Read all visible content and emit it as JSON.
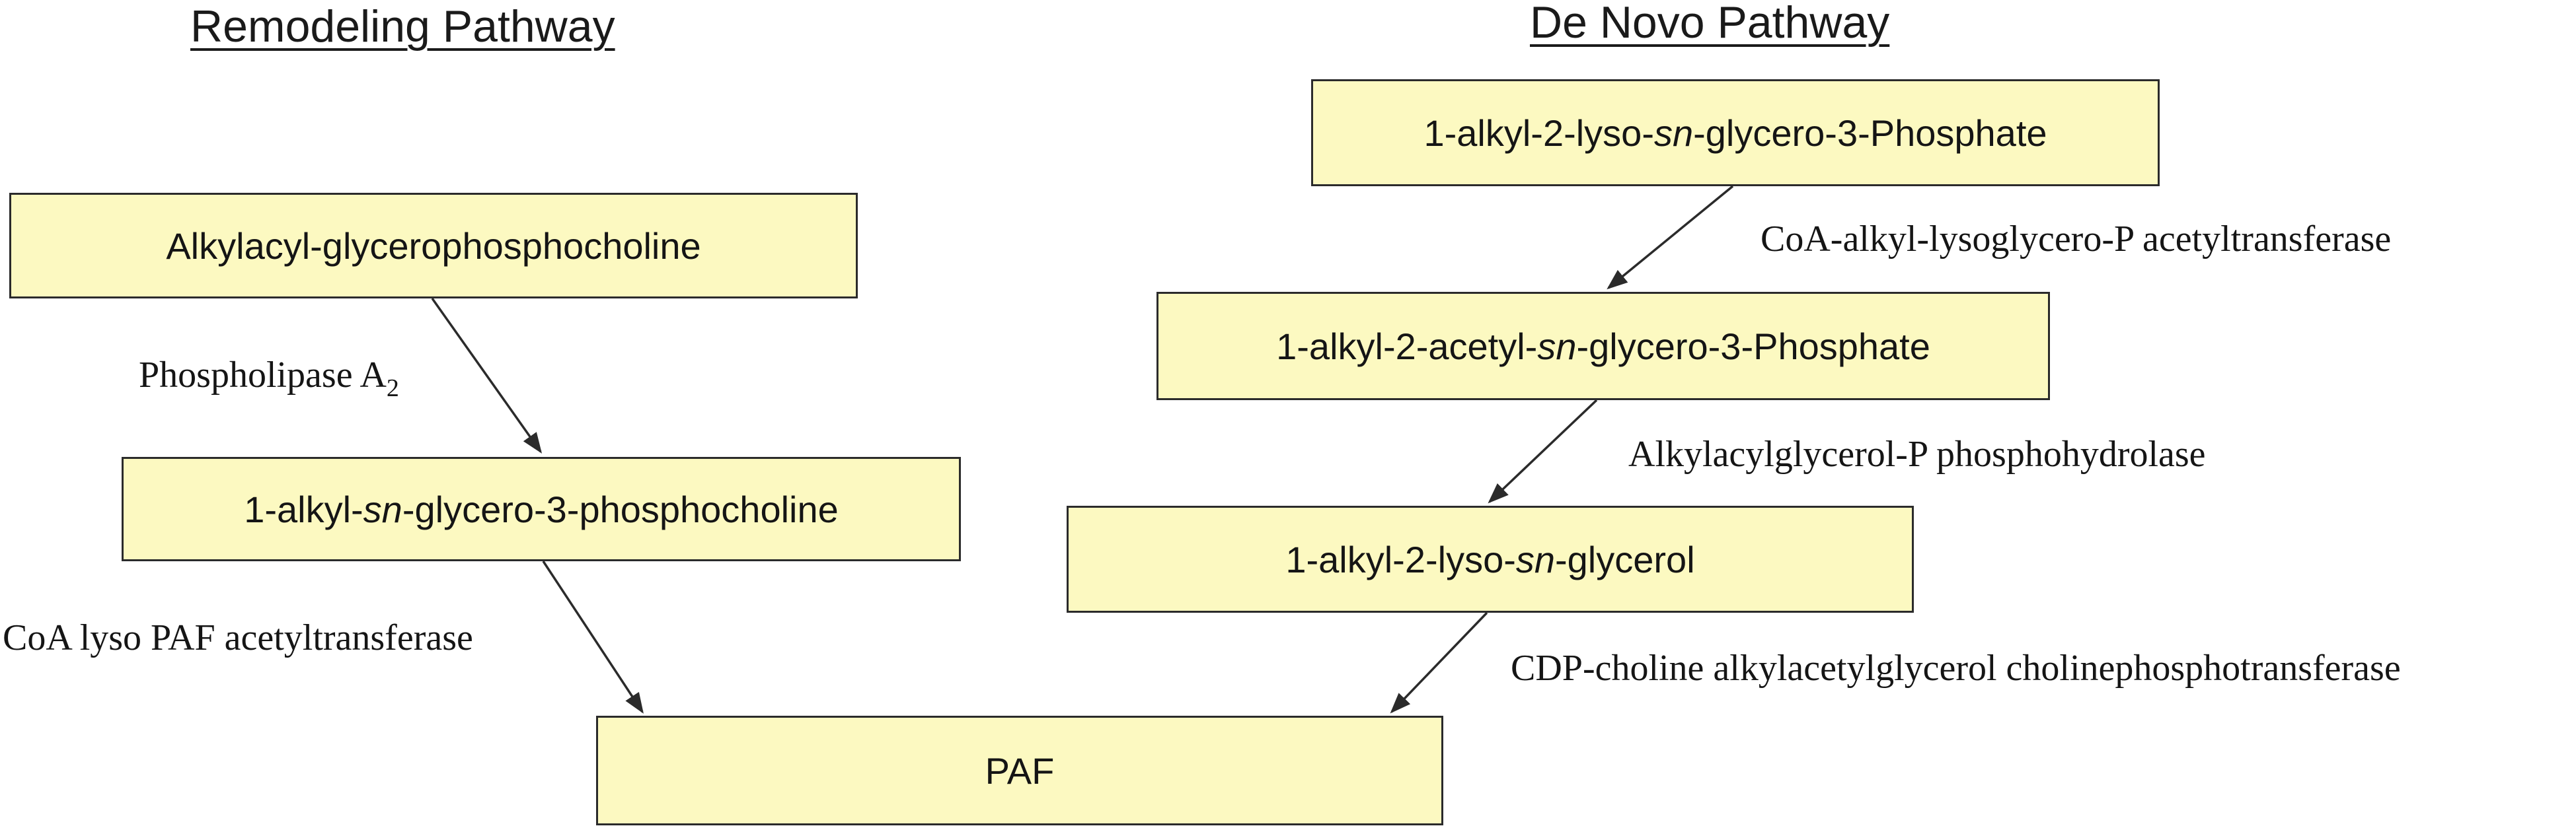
{
  "headings": {
    "remodeling": "Remodeling Pathway",
    "denovo": "De Novo Pathway"
  },
  "nodes": {
    "alkylacyl": {
      "label": "Alkylacyl-glycerophosphocholine"
    },
    "lyso_pc": {
      "before": "1-alkyl-",
      "italic": "sn",
      "after": "-glycero-3-phosphocholine"
    },
    "lyso_p": {
      "before": "1-alkyl-2-lyso-",
      "italic": "sn",
      "after": "-glycero-3-Phosphate"
    },
    "acetyl_p": {
      "before": "1-alkyl-2-acetyl-",
      "italic": "sn",
      "after": "-glycero-3-Phosphate"
    },
    "lyso_glycerol": {
      "before": "1-alkyl-2-lyso-",
      "italic": "sn",
      "after": "-glycerol"
    },
    "paf": {
      "label": "PAF"
    }
  },
  "enzymes": {
    "pla2": {
      "label": "Phospholipase A",
      "sub": "2"
    },
    "coa_lyso_paf": {
      "label": "CoA lyso PAF acetyltransferase"
    },
    "coa_alkyl": {
      "label": "CoA-alkyl-lysoglycero-P acetyltransferase"
    },
    "phosphohydrolase": {
      "label": "Alkylacylglycerol-P phosphohydrolase"
    },
    "cdp_choline": {
      "label": "CDP-choline alkylacetylglycerol cholinephosphotransferase"
    }
  },
  "colors": {
    "box_fill": "#fcf9c1",
    "stroke": "#2b2b2b",
    "text": "#151515"
  }
}
